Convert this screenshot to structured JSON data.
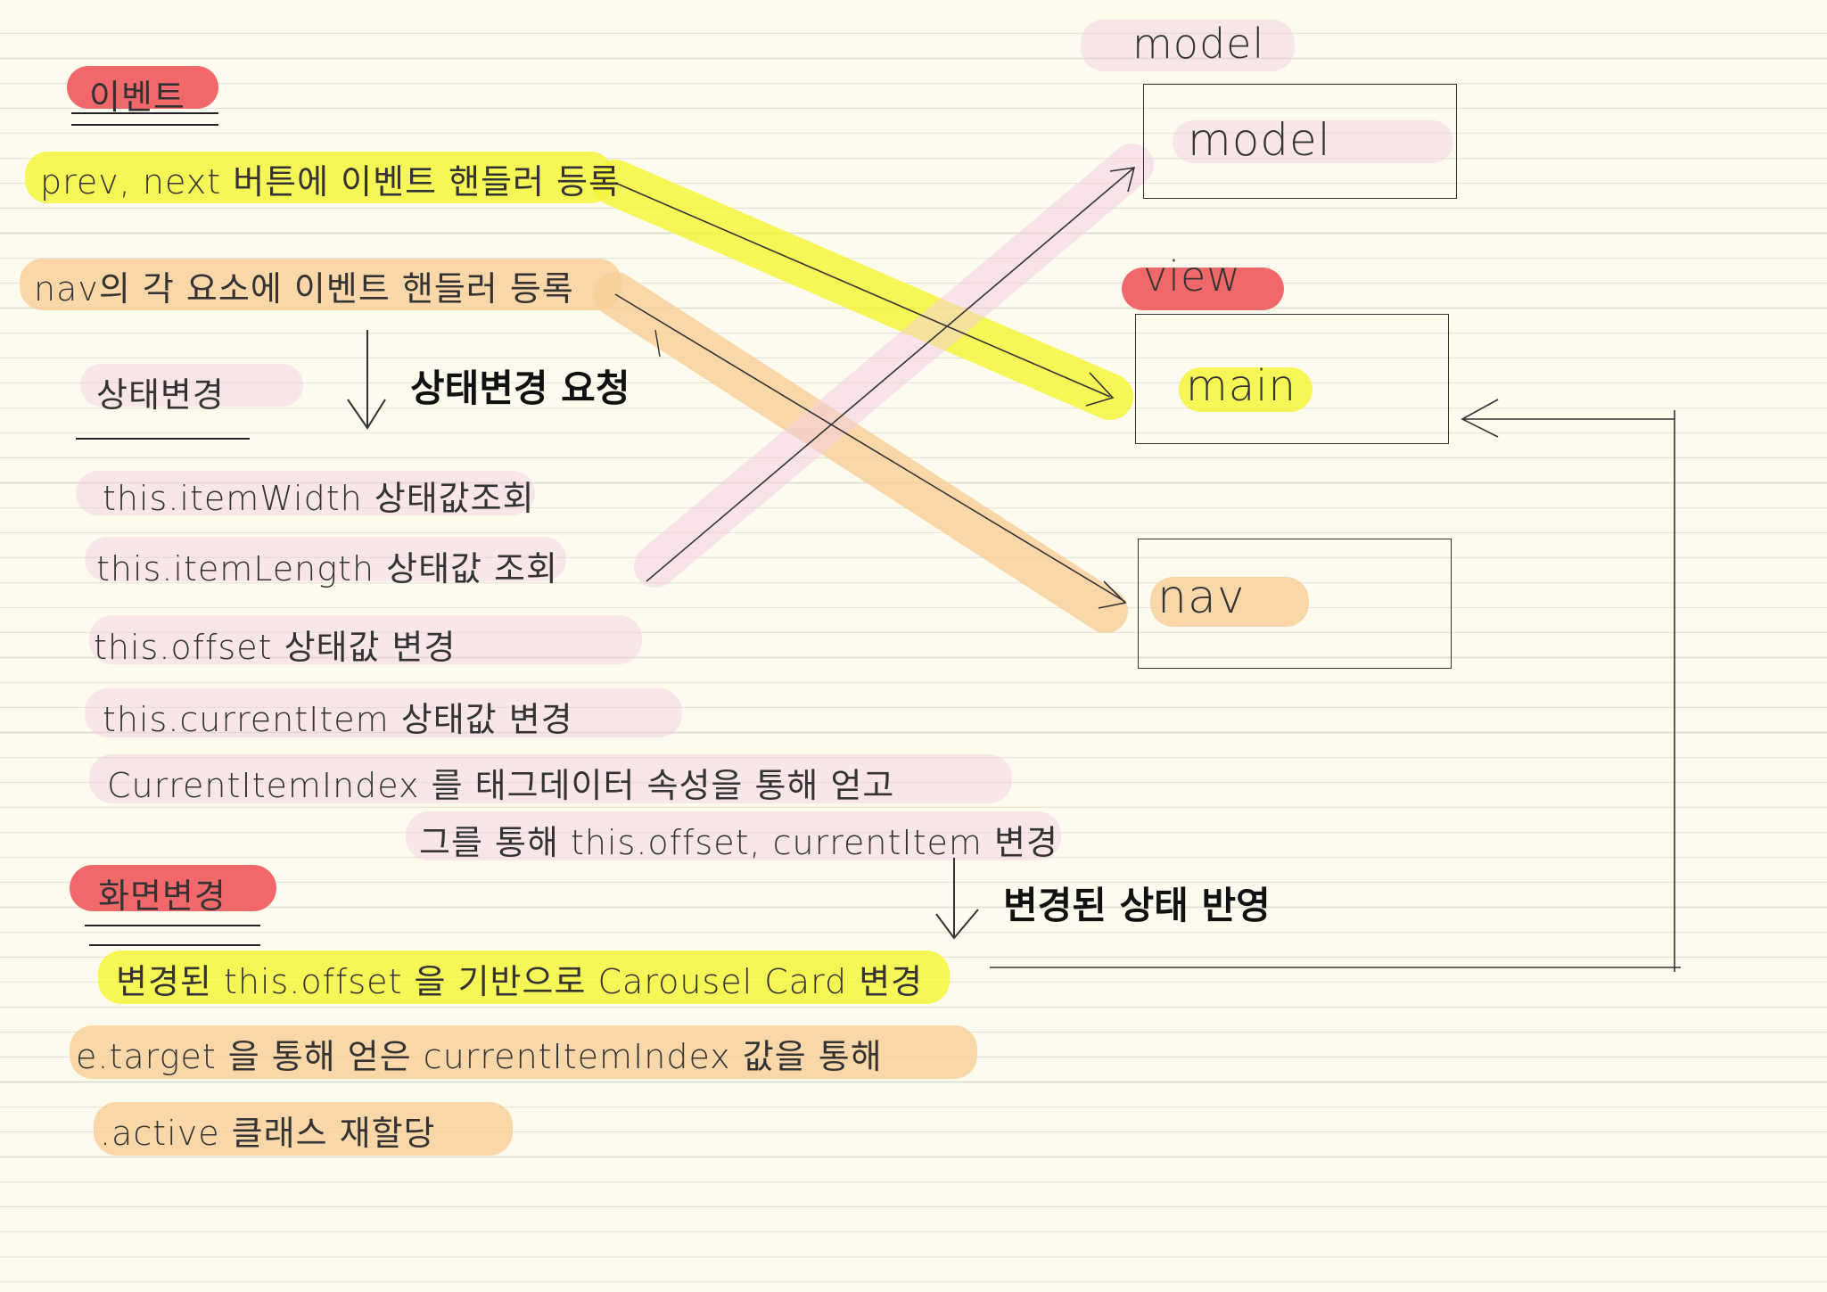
{
  "sections": {
    "event": {
      "title": "이벤트",
      "items": [
        "prev, next 버튼에 이벤트 핸들러 등록",
        "nav의 각 요소에 이벤트 핸들러 등록"
      ]
    },
    "state_change": {
      "title": "상태변경",
      "request_label": "상태변경 요청",
      "items": [
        "this.itemWidth  상태값조회",
        "this.itemLength 상태값 조회",
        "this.offset        상태값 변경",
        "this.currentItem  상태값 변경",
        "CurrentItemIndex 를 태그데이터 속성을 통해 얻고",
        "그를 통해  this.offset, currentItem 변경"
      ]
    },
    "screen_change": {
      "title": "화면변경",
      "reflect_label": "변경된 상태 반영",
      "items": [
        "변경된 this.offset 을 기반으로 Carousel Card 변경",
        "e.target 을 통해 얻은 currentItemIndex 값을 통해",
        ".active 클래스 재할당"
      ]
    }
  },
  "model_group": {
    "title": "model",
    "box_label": "model"
  },
  "view_group": {
    "title": "view",
    "main_label": "main",
    "nav_label": "nav"
  },
  "colors": {
    "background": "#fdfbee",
    "red_highlight": "#f0686a",
    "yellow_highlight": "#f4f43c",
    "orange_highlight": "#f7ce96",
    "pink_highlight": "#f3cde1"
  }
}
